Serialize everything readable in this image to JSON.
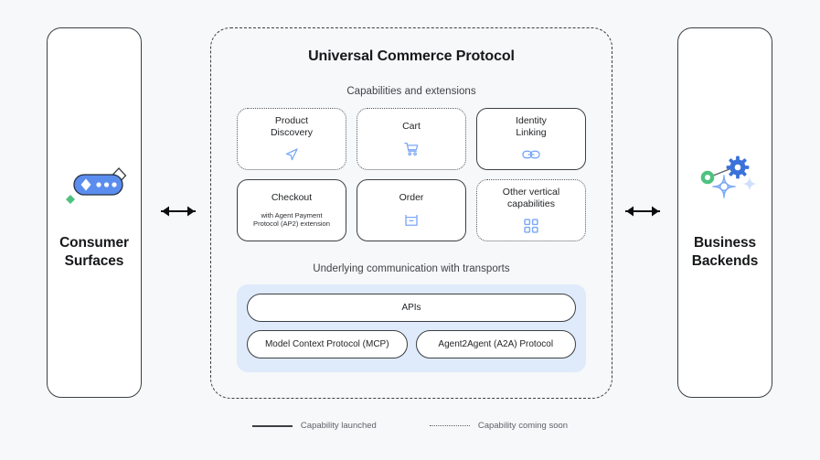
{
  "diagram": {
    "title": "Universal Commerce Protocol",
    "sections": {
      "capabilities_label": "Capabilities and extensions",
      "transports_label": "Underlying communication with transports"
    },
    "left_panel": {
      "label": "Consumer\nSurfaces",
      "icon": "consumer-surfaces-icon"
    },
    "right_panel": {
      "label": "Business\nBackends",
      "icon": "business-backends-icon"
    },
    "arrows": {
      "left": "bidirectional-arrow",
      "right": "bidirectional-arrow"
    },
    "capabilities": [
      {
        "title": "Product\nDiscovery",
        "subtitle": "",
        "icon": "send-arrow-icon",
        "status": "soon"
      },
      {
        "title": "Cart",
        "subtitle": "",
        "icon": "shopping-cart-icon",
        "status": "soon"
      },
      {
        "title": "Identity\nLinking",
        "subtitle": "",
        "icon": "link-chain-icon",
        "status": "launched"
      },
      {
        "title": "Checkout",
        "subtitle": "with Agent Payment\nProtocol (AP2) extension",
        "icon": "",
        "status": "launched"
      },
      {
        "title": "Order",
        "subtitle": "",
        "icon": "package-box-icon",
        "status": "launched"
      },
      {
        "title": "Other vertical\ncapabilities",
        "subtitle": "",
        "icon": "grid-squares-icon",
        "status": "soon"
      }
    ],
    "transports": {
      "top": "APIs",
      "bottom": [
        "Model Context Protocol (MCP)",
        "Agent2Agent (A2A) Protocol"
      ]
    },
    "legend": [
      {
        "label": "Capability launched",
        "style": "solid"
      },
      {
        "label": "Capability coming soon",
        "style": "dotted"
      }
    ],
    "colors": {
      "page_background": "#f6f8f9",
      "panel_background": "#ffffff",
      "border": "#3c4043",
      "accent_blue": "#7ba7f5",
      "transport_fill": "#dfeafb",
      "green": "#57c98a",
      "gear_blue": "#3b72d9"
    }
  }
}
